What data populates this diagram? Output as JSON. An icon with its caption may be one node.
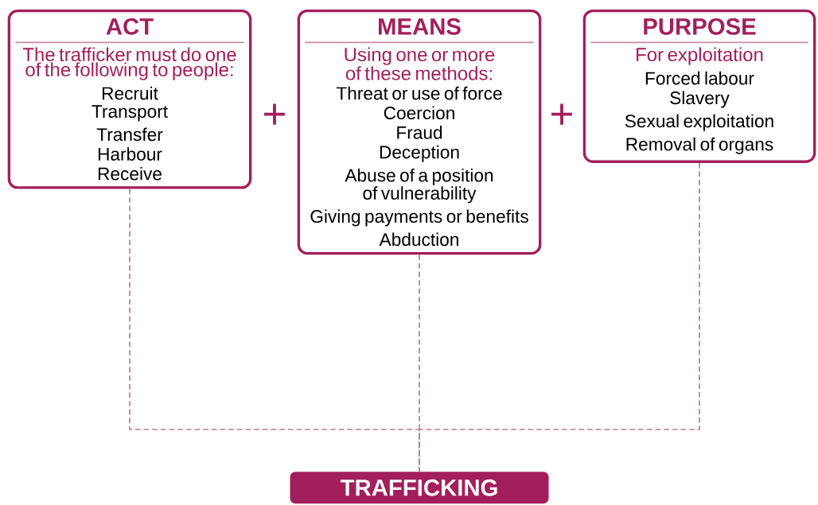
{
  "diagram": {
    "nodes": [
      {
        "text": [
          "ACT",
          "The trafficker must do one of the following to people:",
          "Recruit",
          "Transport",
          "Transfer",
          "Harbour",
          "Receive"
        ]
      },
      {
        "text": [
          "MEANS",
          "Using one or more of these methods:",
          "Threat or use of force",
          "Coercion",
          "Fraud",
          "Deception",
          "Abuse of a position of vulnerability",
          "Giving payments or benefits",
          "Abduction"
        ]
      },
      {
        "text": [
          "PURPOSE",
          "For exploitation",
          "Forced labour",
          "Slavery",
          "Sexual exploitation",
          "Removal of organs"
        ]
      },
      {
        "text": [
          "TRAFFICKING"
        ]
      }
    ],
    "edges": [
      {
        "from": 0,
        "to": 3,
        "arrow": "none",
        "style": "dashed"
      },
      {
        "from": 1,
        "to": 3,
        "arrow": "none",
        "style": "dashed"
      },
      {
        "from": 2,
        "to": 3,
        "arrow": "none",
        "style": "dashed"
      }
    ],
    "labels": [
      "+",
      "+"
    ]
  }
}
